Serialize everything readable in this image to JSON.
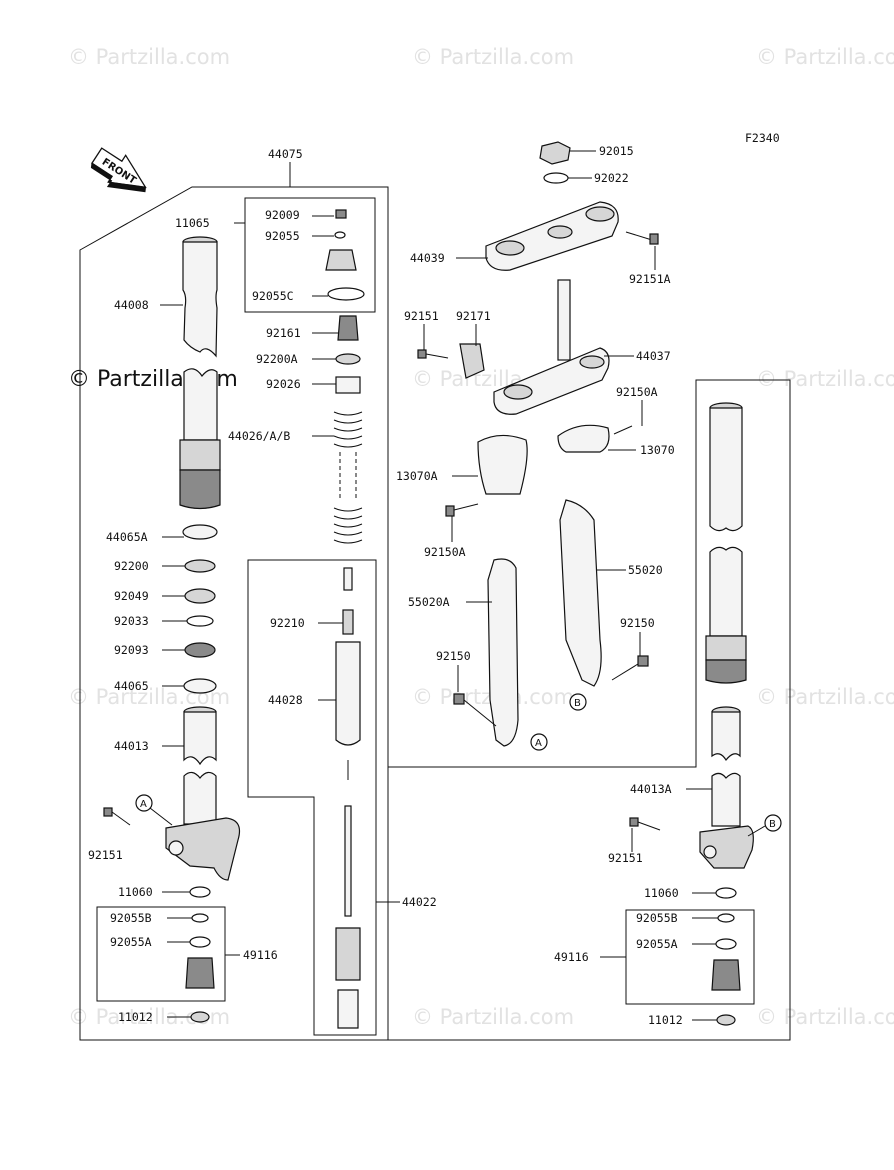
{
  "figure_code": "F2340",
  "front_label": "FRONT",
  "watermark_main": "© Partzilla.com",
  "watermark_text": "© Partzilla.com",
  "labels": {
    "p44075": "44075",
    "p11065": "11065",
    "p92009": "92009",
    "p92055": "92055",
    "p92055C": "92055C",
    "p44008": "44008",
    "p92161": "92161",
    "p92200A": "92200A",
    "p92026": "92026",
    "p44026": "44026/A/B",
    "p44065A": "44065A",
    "p92200": "92200",
    "p92049": "92049",
    "p92033": "92033",
    "p92093": "92093",
    "p44065": "44065",
    "p44013": "44013",
    "p92151_left": "92151",
    "p11060_left": "11060",
    "p92055B_left": "92055B",
    "p92055A_left": "92055A",
    "p49116_left": "49116",
    "p11012_left": "11012",
    "p92210": "92210",
    "p44028": "44028",
    "p44022": "44022",
    "p92015": "92015",
    "p92022": "92022",
    "p44039": "44039",
    "p92151A": "92151A",
    "p92151_mid": "92151",
    "p92171": "92171",
    "p44037": "44037",
    "p92150A_top": "92150A",
    "p13070": "13070",
    "p13070A": "13070A",
    "p92150A_low": "92150A",
    "p55020": "55020",
    "p55020A": "55020A",
    "p92150_right": "92150",
    "p92150_left": "92150",
    "p44013A": "44013A",
    "p92151_right": "92151",
    "p11060_right": "11060",
    "p92055B_right": "92055B",
    "p92055A_right": "92055A",
    "p49116_right": "49116",
    "p11012_right": "11012"
  },
  "ref_marks": {
    "a": "A",
    "b": "B"
  }
}
